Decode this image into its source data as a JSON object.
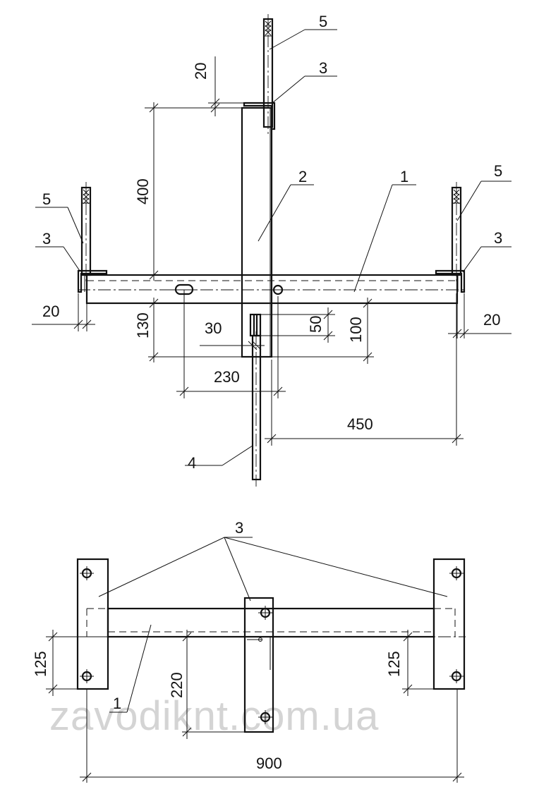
{
  "top_view": {
    "dimensions": {
      "d400": "400",
      "d20_top": "20",
      "d20_left": "20",
      "d20_right": "20",
      "d130": "130",
      "d30": "30",
      "d50": "50",
      "d100": "100",
      "d230": "230",
      "d450": "450"
    },
    "callouts": {
      "c5_top": "5",
      "c3_top": "3",
      "c2": "2",
      "c1": "1",
      "c5_left": "5",
      "c3_left": "3",
      "c5_right": "5",
      "c3_right": "3",
      "c4": "4"
    }
  },
  "plan_view": {
    "dimensions": {
      "d125_left": "125",
      "d220": "220",
      "d125_right": "125",
      "d900": "900"
    },
    "callouts": {
      "c3": "3",
      "c1": "1"
    }
  },
  "watermark": "zavodiknt.com.ua"
}
